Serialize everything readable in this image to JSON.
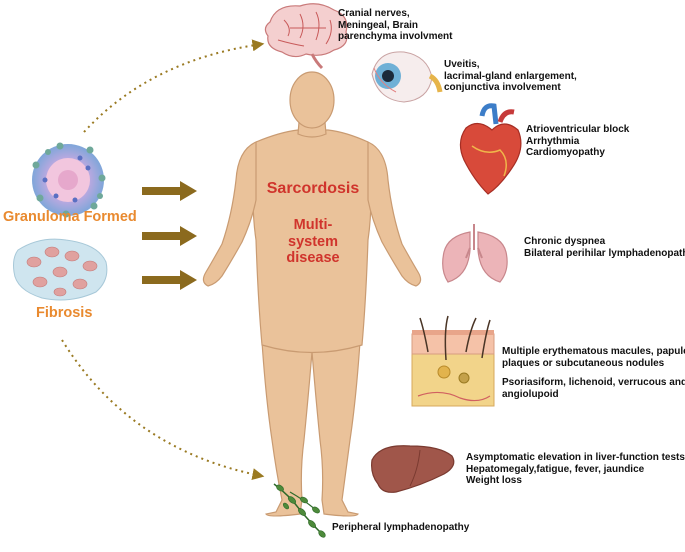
{
  "center": {
    "title": "Sarcordosis",
    "subtitle_lines": [
      "Multi-",
      "system",
      "disease"
    ]
  },
  "left": {
    "granuloma_label": "Granuloma Formed",
    "fibrosis_label": "Fibrosis"
  },
  "organs": [
    {
      "id": "brain",
      "lines": [
        "Cranial  nerves,",
        "Meningeal, Brain",
        "parenchyma involvment"
      ]
    },
    {
      "id": "eye",
      "lines": [
        "Uveitis,",
        "lacrimal-gland enlargement,",
        "conjunctiva involvement"
      ]
    },
    {
      "id": "heart",
      "lines": [
        "Atrioventricular block",
        "Arrhythmia",
        "Cardiomyopathy"
      ]
    },
    {
      "id": "lungs",
      "lines": [
        "Chronic dyspnea",
        "Bilateral perihilar lymphadenopathy"
      ]
    },
    {
      "id": "skin",
      "lines": [
        "Multiple erythematous macules, papules,",
        "plaques or subcutaneous nodules",
        "",
        "Psoriasiform, lichenoid, verrucous and",
        "angiolupoid"
      ]
    },
    {
      "id": "liver",
      "lines": [
        "Asymptomatic elevation in liver-function tests",
        "Hepatomegaly,fatigue, fever, jaundice",
        "Weight loss"
      ]
    },
    {
      "id": "lymph",
      "lines": [
        "Peripheral lymphadenopathy"
      ]
    }
  ],
  "colors": {
    "skin_tone": "#eac29a",
    "skin_outline": "#c99b72",
    "arrow": "#8b6a1e",
    "dotted": "#9a7a22",
    "orange_text": "#e98a2f",
    "red_text": "#d0342c"
  }
}
